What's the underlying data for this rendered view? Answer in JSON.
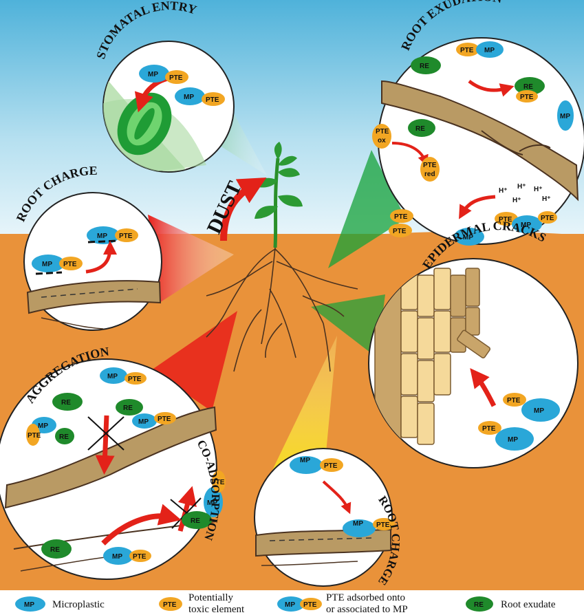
{
  "titles": {
    "stomatal_entry": "STOMATAL ENTRY",
    "root_exudation": "ROOT EXUDATION",
    "root_charge_top": "ROOT CHARGE",
    "epidermal_cracks": "EPIDERMAL CRACKS",
    "aggregation": "AGGREGATION",
    "co_adsorption": "CO-ADSORPTION",
    "root_charge_bottom": "ROOT CHARGE",
    "dust": "DUST"
  },
  "tokens": {
    "mp": "MP",
    "pte": "PTE",
    "re": "RE",
    "pte_ox_1": "PTE",
    "pte_ox_2": "ox",
    "pte_red_1": "PTE",
    "pte_red_2": "red",
    "h_plus": "H⁺"
  },
  "legend": {
    "mp_label": "Microplastic",
    "pte_label_1": "Potentially",
    "pte_label_2": "toxic element",
    "mppte_label_1": "PTE adsorbed onto",
    "mppte_label_2": "or associated to MP",
    "re_label": "Root exudate"
  },
  "colors": {
    "sky_top": "#5ab8dd",
    "sky_bottom": "#eaf6fb",
    "soil": "#e9923a",
    "mp": "#2aa7d8",
    "pte": "#f2a623",
    "re": "#1f8a2b",
    "root": "#b99a64",
    "arrow": "#e32219"
  }
}
